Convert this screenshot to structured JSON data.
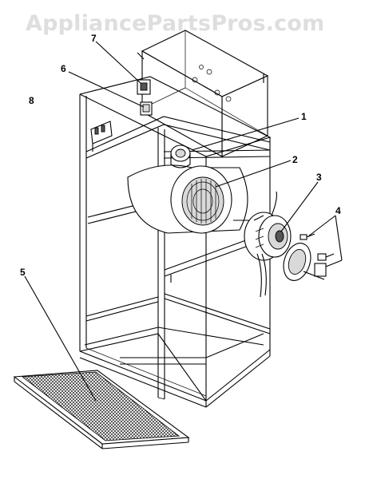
{
  "watermark": {
    "text": "AppliancePartsPros.com"
  },
  "callouts": [
    {
      "id": "1",
      "label": "1"
    },
    {
      "id": "2",
      "label": "2"
    },
    {
      "id": "3",
      "label": "3"
    },
    {
      "id": "4",
      "label": "4"
    },
    {
      "id": "5",
      "label": "5"
    },
    {
      "id": "6",
      "label": "6"
    },
    {
      "id": "7",
      "label": "7"
    },
    {
      "id": "8",
      "label": "8"
    }
  ],
  "parts": {
    "cabinet": "cabinet",
    "blower_housing": "blower-housing",
    "motor": "blower-motor",
    "motor_mount": "motor-mount-bracket",
    "filter": "air-filter",
    "control_box": "control-box"
  }
}
